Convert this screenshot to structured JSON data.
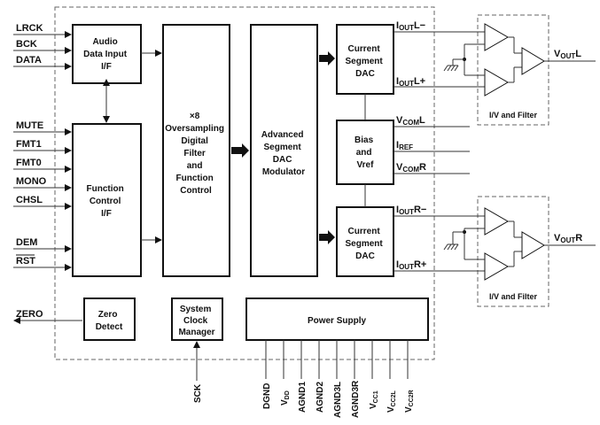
{
  "inputs": {
    "lrck": "LRCK",
    "bck": "BCK",
    "data": "DATA",
    "mute": "MUTE",
    "fmt1": "FMT1",
    "fmt0": "FMT0",
    "mono": "MONO",
    "chsl": "CHSL",
    "dem": "DEM",
    "rst": "RST",
    "zero": "ZERO"
  },
  "blocks": {
    "audio_if": [
      "Audio",
      "Data Input",
      "I/F"
    ],
    "function_if": [
      "Function",
      "Control",
      "I/F"
    ],
    "filter": [
      "×8",
      "Oversampling",
      "Digital",
      "Filter",
      "and",
      "Function",
      "Control"
    ],
    "modulator": [
      "Advanced",
      "Segment",
      "DAC",
      "Modulator"
    ],
    "dac_l": [
      "Current",
      "Segment",
      "DAC"
    ],
    "bias": [
      "Bias",
      "and",
      "Vref"
    ],
    "dac_r": [
      "Current",
      "Segment",
      "DAC"
    ],
    "zero_detect": [
      "Zero",
      "Detect"
    ],
    "sys_clock": [
      "System",
      "Clock",
      "Manager"
    ],
    "power": "Power Supply"
  },
  "signals": {
    "iout_l_minus": {
      "main": "I",
      "sub": "OUT",
      "suffix": "L−"
    },
    "iout_l_plus": {
      "main": "I",
      "sub": "OUT",
      "suffix": "L+"
    },
    "vcom_l": {
      "main": "V",
      "sub": "COM",
      "suffix": "L"
    },
    "iref": {
      "main": "I",
      "sub": "REF",
      "suffix": ""
    },
    "vcom_r": {
      "main": "V",
      "sub": "COM",
      "suffix": "R"
    },
    "iout_r_minus": {
      "main": "I",
      "sub": "OUT",
      "suffix": "R−"
    },
    "iout_r_plus": {
      "main": "I",
      "sub": "OUT",
      "suffix": "R+"
    },
    "vout_l": {
      "main": "V",
      "sub": "OUT",
      "suffix": "L"
    },
    "vout_r": {
      "main": "V",
      "sub": "OUT",
      "suffix": "R"
    }
  },
  "iv_filter": "I/V and Filter",
  "sck": "SCK",
  "power_pins": [
    {
      "main": "DGND",
      "sub": ""
    },
    {
      "main": "V",
      "sub": "DD"
    },
    {
      "main": "AGND1",
      "sub": ""
    },
    {
      "main": "AGND2",
      "sub": ""
    },
    {
      "main": "AGND3L",
      "sub": ""
    },
    {
      "main": "AGND3R",
      "sub": ""
    },
    {
      "main": "V",
      "sub": "CC1"
    },
    {
      "main": "V",
      "sub": "CC2L"
    },
    {
      "main": "V",
      "sub": "CC2R"
    }
  ]
}
